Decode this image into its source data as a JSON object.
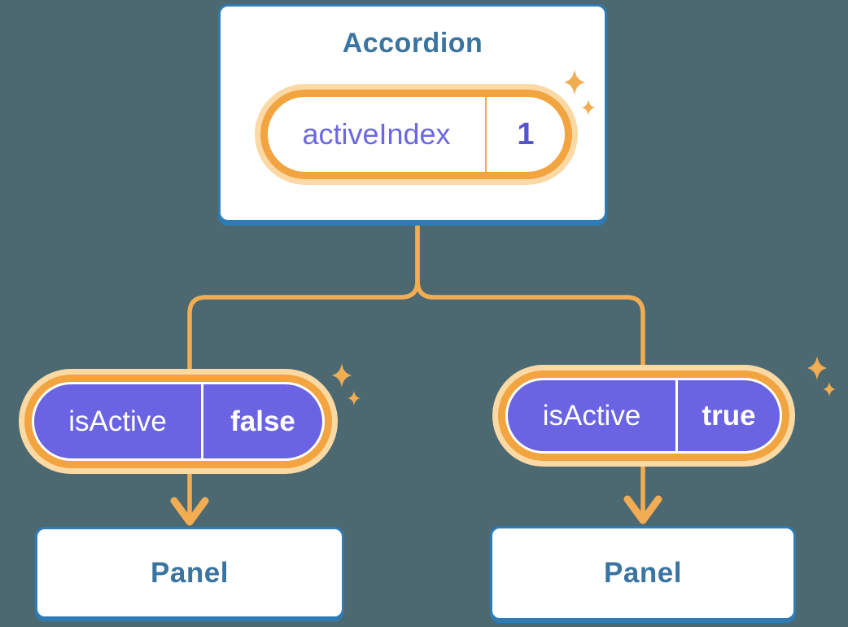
{
  "colors": {
    "background": "#4C6972",
    "card_bg": "#FFFFFF",
    "card_border": "#2E7CB5",
    "heading_text": "#3A74A0",
    "ring_orange": "#F2A440",
    "halo_orange": "#FBD9A4",
    "line_orange": "#F2AD52",
    "purple_fill": "#6A64E2",
    "purple_label_text": "#6B68E0",
    "purple_value_text": "#5653CE",
    "white_text": "#FFFFFF"
  },
  "accordion": {
    "title": "Accordion",
    "state_pill": {
      "label": "activeIndex",
      "value": "1"
    }
  },
  "children": [
    {
      "side": "left",
      "prop_pill": {
        "label": "isActive",
        "value": "false"
      },
      "panel_title": "Panel"
    },
    {
      "side": "right",
      "prop_pill": {
        "label": "isActive",
        "value": "true"
      },
      "panel_title": "Panel"
    }
  ],
  "decorations": {
    "sparkle_icon": "four-point-star"
  }
}
